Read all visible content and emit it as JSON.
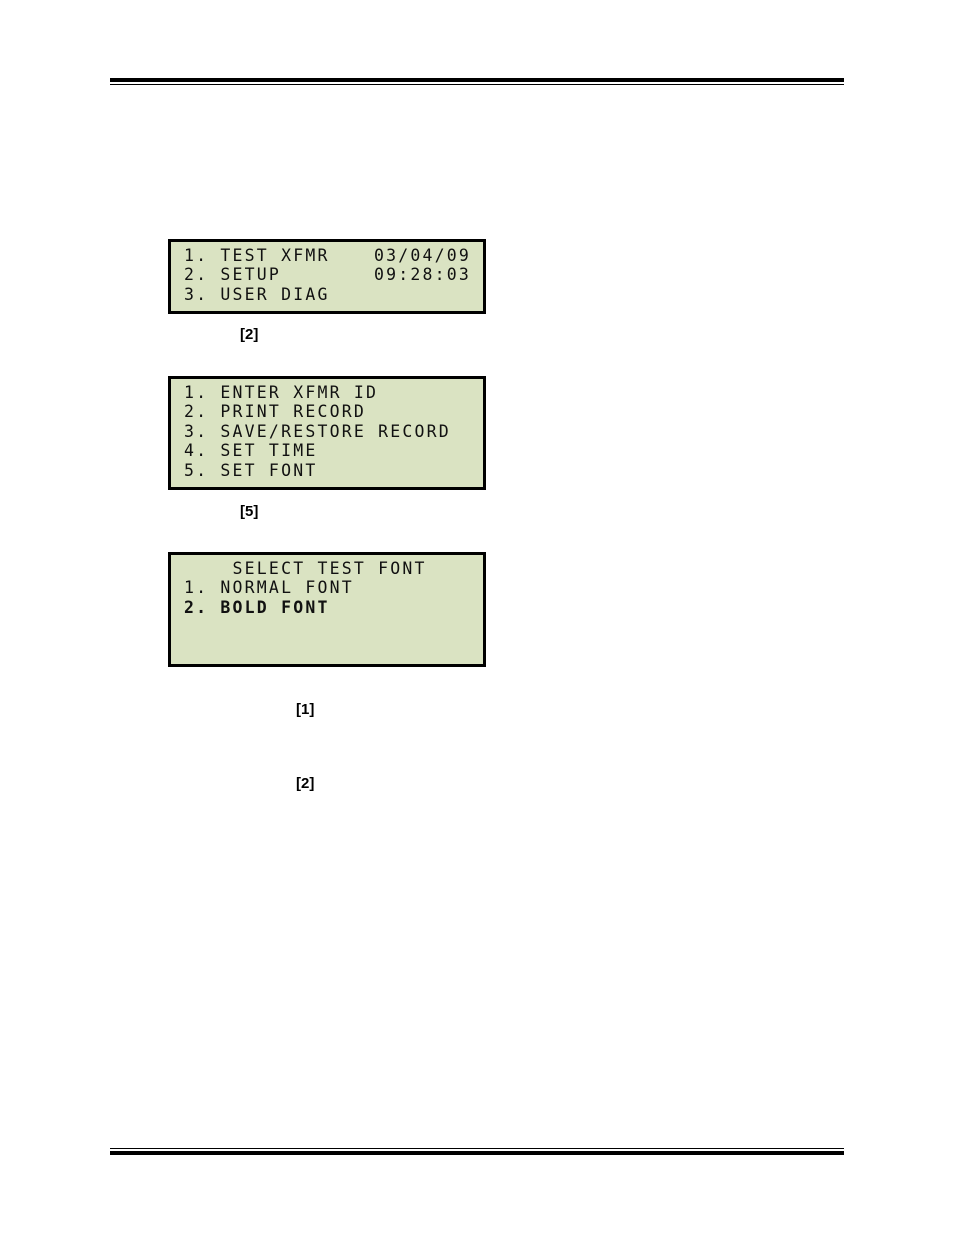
{
  "screens": [
    {
      "lines": [
        {
          "left": "1. TEST XFMR",
          "right": "03/04/09"
        },
        {
          "left": "2. SETUP",
          "right": "09:28:03"
        },
        {
          "left": "3. USER DIAG",
          "right": ""
        }
      ]
    },
    {
      "lines": [
        "1. ENTER XFMR ID",
        "2. PRINT RECORD",
        "3. SAVE/RESTORE RECORD",
        "4. SET TIME",
        "5. SET FONT"
      ]
    },
    {
      "lines": [
        "    SELECT TEST FONT",
        "1. NORMAL FONT",
        "2. BOLD FONT"
      ]
    }
  ],
  "keys": [
    "[2]",
    "[5]",
    "[1]",
    "[2]"
  ]
}
